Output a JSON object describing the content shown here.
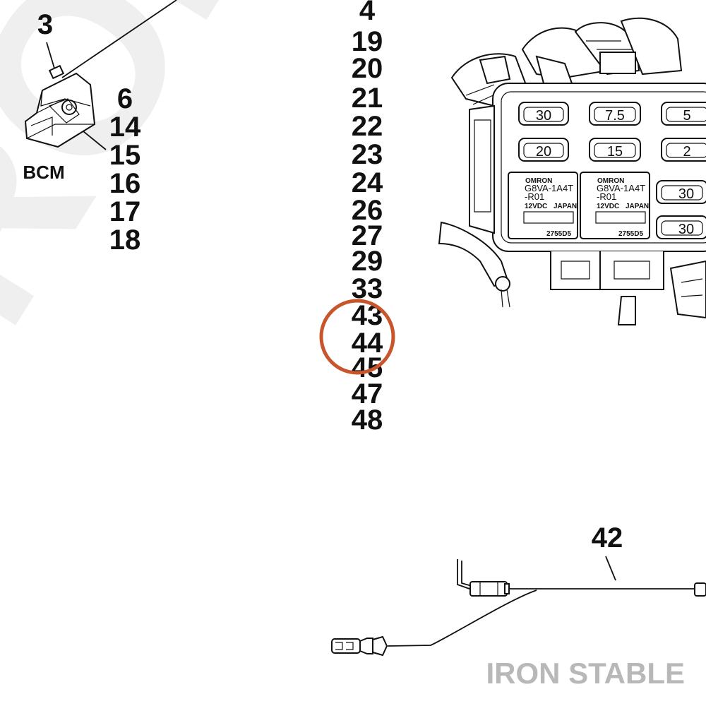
{
  "watermark": {
    "text": "IRON S"
  },
  "labels": {
    "bcm": "BCM",
    "left_numbers": [
      "3",
      "6",
      "14",
      "15",
      "16",
      "17",
      "18"
    ],
    "center_numbers": [
      "4",
      "19",
      "20",
      "21",
      "22",
      "23",
      "24",
      "26",
      "27",
      "29",
      "33",
      "43",
      "44",
      "45",
      "47",
      "48"
    ],
    "harness": "42"
  },
  "fuse_box": {
    "fuses": [
      "30",
      "7.5",
      "5",
      "20",
      "15",
      "2",
      "30",
      "30"
    ],
    "relays": [
      {
        "brand": "OMRON",
        "model_line1": "G8VA-1A4T",
        "model_line2": "-R01",
        "voltage": "12VDC",
        "origin": "JAPAN",
        "code": "2755D5"
      },
      {
        "brand": "OMRON",
        "model_line1": "G8VA-1A4T",
        "model_line2": "-R01",
        "voltage": "12VDC",
        "origin": "JAPAN",
        "code": "2755D5"
      }
    ]
  },
  "highlight": {
    "target": "44",
    "color": "#c8552b"
  },
  "brand_mark": {
    "text": "IRON STABLE",
    "color": "#b8b8b8"
  }
}
